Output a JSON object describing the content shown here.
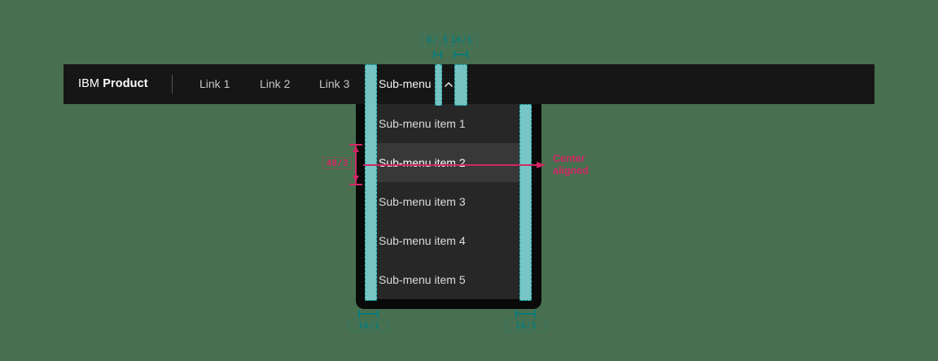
{
  "canvas": {
    "background_color": "#487050"
  },
  "header": {
    "background_color": "#161616",
    "brand": {
      "prefix": "IBM",
      "name": "Product"
    },
    "links": [
      "Link 1",
      "Link 2",
      "Link 3"
    ],
    "submenu": {
      "label": "Sub-menu",
      "chevron_icon": "chevron-up",
      "expanded": true
    }
  },
  "menu": {
    "background_color": "#272727",
    "active_item_color": "#383838",
    "items": [
      "Sub-menu item 1",
      "Sub-menu item 2",
      "Sub-menu item 3",
      "Sub-menu item 4",
      "Sub-menu item 5"
    ],
    "active_index": 1
  },
  "annotations": {
    "teal_color": "#0a7b7b",
    "teal_overlay_fill": "#7fd2d2",
    "pink_color": "#d12765",
    "top_measurements": [
      {
        "label": "8/.5",
        "meaning": "gap-label-chevron"
      },
      {
        "label": "16/1",
        "meaning": "padding-right"
      }
    ],
    "bottom_measurements": [
      {
        "label": "16/1",
        "meaning": "menu-padding-left"
      },
      {
        "label": "16/1",
        "meaning": "menu-padding-right"
      }
    ],
    "height_measurement": {
      "label": "48/3",
      "meaning": "menu-item-height"
    },
    "alignment_note": {
      "line1": "Center",
      "line2": "aligned"
    }
  }
}
